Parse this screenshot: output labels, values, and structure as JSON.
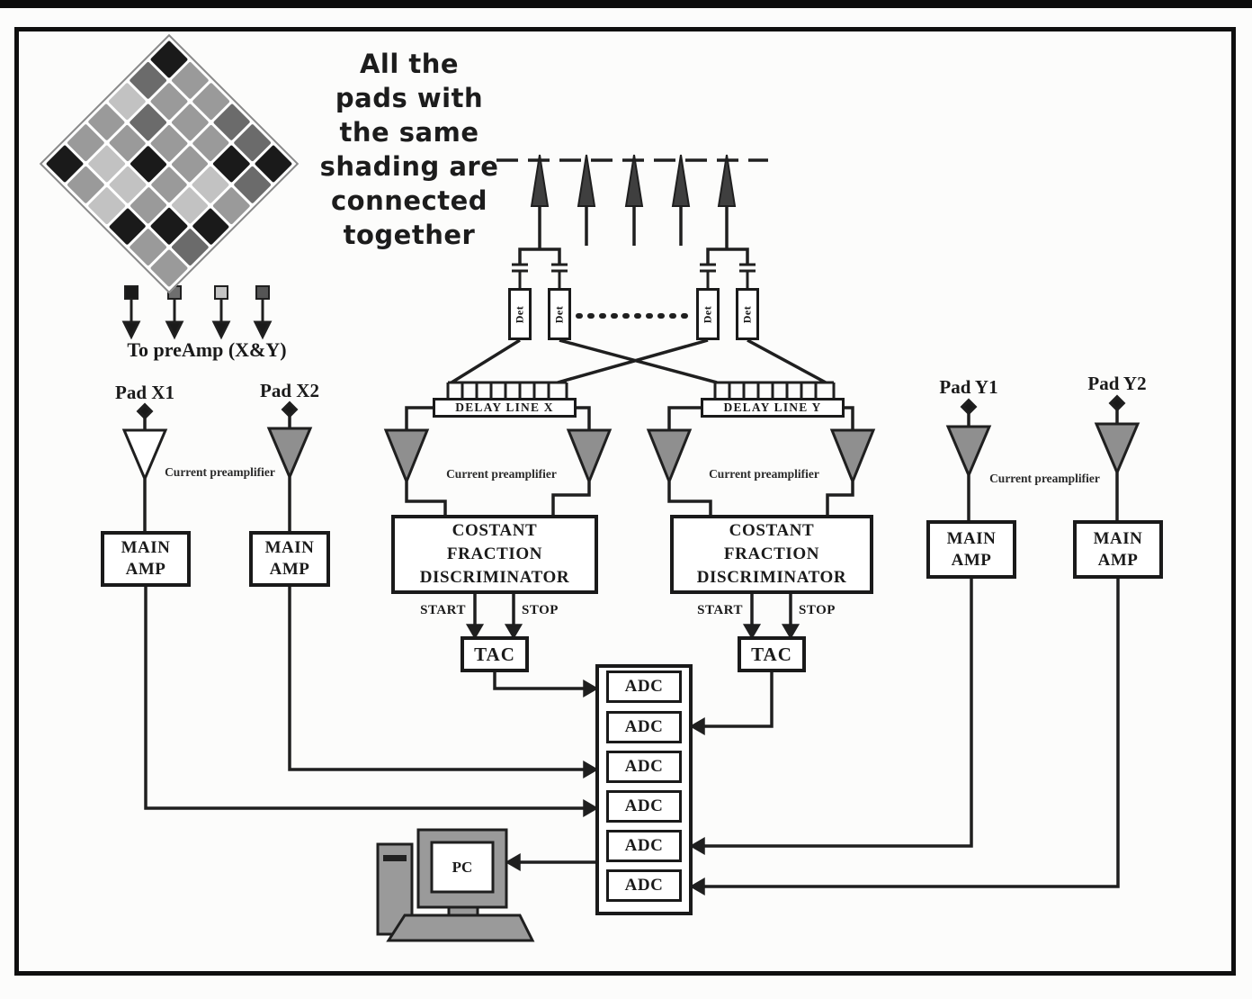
{
  "diagram": {
    "caption_lines": [
      "All the",
      "pads with",
      "the same",
      "shading are",
      "connected",
      "together"
    ],
    "to_preamp_label": "To preAmp (X&Y)",
    "pad_labels": {
      "x1": "Pad X1",
      "x2": "Pad X2",
      "y1": "Pad Y1",
      "y2": "Pad Y2"
    },
    "current_preamplifier": "Current preamplifier",
    "delay_line_x": "DELAY LINE X",
    "delay_line_y": "DELAY LINE Y",
    "cfd_lines": [
      "COSTANT",
      "FRACTION",
      "DISCRIMINATOR"
    ],
    "start": "START",
    "stop": "STOP",
    "tac": "TAC",
    "adc": "ADC",
    "pc": "PC",
    "main_amp_lines": [
      "MAIN",
      "AMP"
    ],
    "det": "Det"
  },
  "pad_array": {
    "rows": 6,
    "cols": 6,
    "cells": [
      [
        "b",
        "m",
        "m",
        "d",
        "d",
        "b"
      ],
      [
        "d",
        "m",
        "m",
        "m",
        "b",
        "d"
      ],
      [
        "l",
        "d",
        "m",
        "m",
        "l",
        "m"
      ],
      [
        "m",
        "m",
        "b",
        "m",
        "l",
        "b"
      ],
      [
        "m",
        "l",
        "l",
        "m",
        "b",
        "d"
      ],
      [
        "b",
        "m",
        "l",
        "b",
        "m",
        "m"
      ]
    ],
    "shades": {
      "b": "#1a1a1a",
      "d": "#6b6b6b",
      "m": "#9a9a9a",
      "l": "#c2c2c2"
    }
  },
  "colors": {
    "line": "#1f1f1f",
    "triangle_fill": "#8f8f8f",
    "pad_x1_triangle_fill": "#ffffff",
    "pc_gray": "#9a9a9a",
    "frame": "#0f0f0f",
    "background": "#fcfcfb"
  }
}
